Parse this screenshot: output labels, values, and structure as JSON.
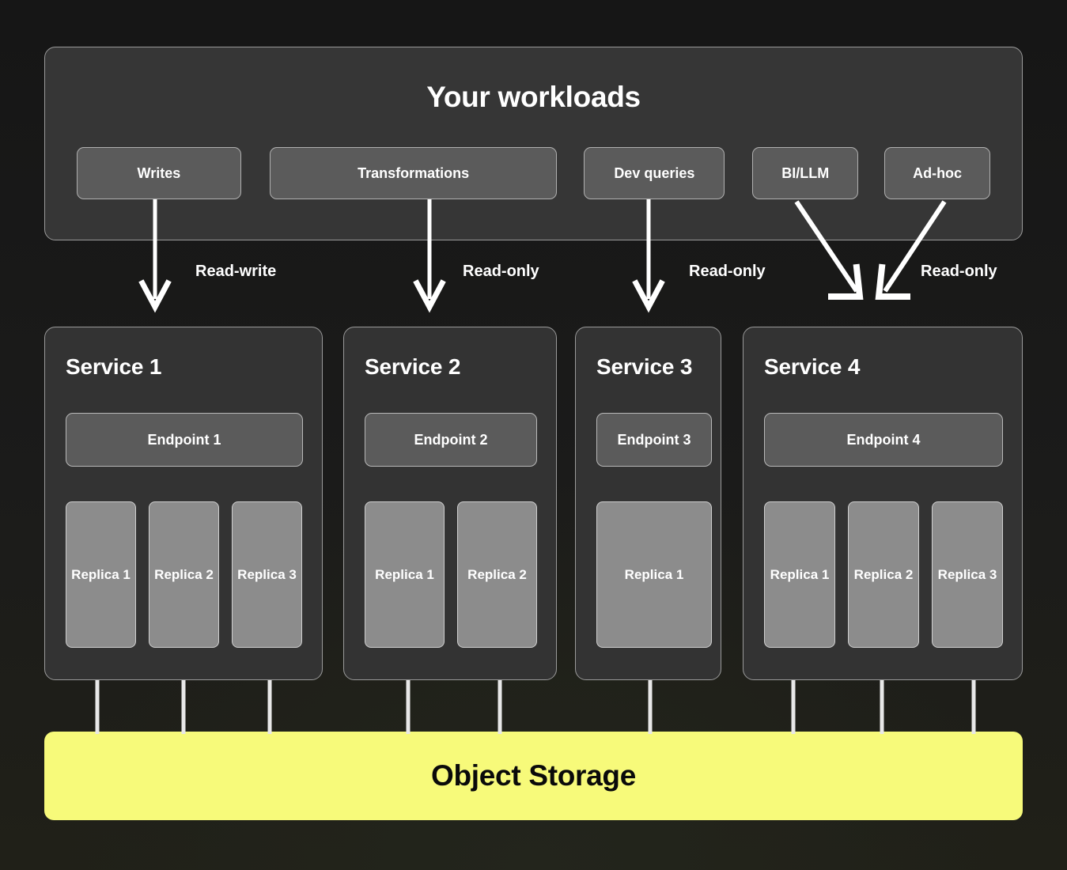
{
  "colors": {
    "background": "#191919",
    "panel": "#363636",
    "card": "#333333",
    "pill": "#5b5b5b",
    "replica": "#8c8c8c",
    "storage_yellow": "#f7fa7a",
    "arrow_white": "#ffffff",
    "text_light": "#ffffff",
    "text_dark": "#0a0a0a",
    "border_light": "#9a9a9a"
  },
  "workloads": {
    "title": "Your workloads",
    "pills": [
      {
        "label": "Writes",
        "key": "writes"
      },
      {
        "label": "Transformations",
        "key": "transformations"
      },
      {
        "label": "Dev queries",
        "key": "dev-queries"
      },
      {
        "label": "BI/LLM",
        "key": "bi-llm"
      },
      {
        "label": "Ad-hoc",
        "key": "ad-hoc"
      }
    ]
  },
  "flows": [
    {
      "label": "Read-write",
      "from": "Writes",
      "to": "Service 1"
    },
    {
      "label": "Read-only",
      "from": "Transformations",
      "to": "Service 2"
    },
    {
      "label": "Read-only",
      "from": "Dev queries",
      "to": "Service 3"
    },
    {
      "label": "Read-only",
      "from": "BI/LLM, Ad-hoc",
      "to": "Service 4"
    }
  ],
  "services": [
    {
      "title": "Service 1",
      "endpoint": "Endpoint 1",
      "replicas": [
        "Replica 1",
        "Replica 2",
        "Replica 3"
      ]
    },
    {
      "title": "Service 2",
      "endpoint": "Endpoint 2",
      "replicas": [
        "Replica 1",
        "Replica 2"
      ]
    },
    {
      "title": "Service 3",
      "endpoint": "Endpoint 3",
      "replicas": [
        "Replica 1"
      ]
    },
    {
      "title": "Service 4",
      "endpoint": "Endpoint 4",
      "replicas": [
        "Replica 1",
        "Replica 2",
        "Replica 3"
      ]
    }
  ],
  "storage": {
    "label": "Object Storage"
  }
}
